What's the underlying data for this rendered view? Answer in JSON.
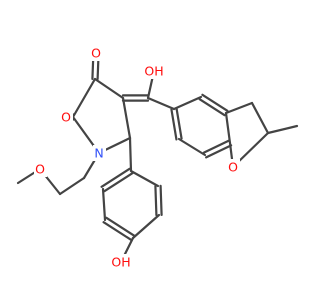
{
  "molecule": {
    "atom_labels": {
      "ketone_oxygen": "O",
      "lactam_oxygen": "O",
      "enol_hydroxyl": "OH",
      "ring_nitrogen": "N",
      "ether_oxygen": "O",
      "furan_oxygen": "O",
      "phenol_hydroxyl": "OH"
    },
    "colors": {
      "bond": "#444444",
      "oxygen": "#ff0d0d",
      "nitrogen": "#3050f8"
    }
  }
}
